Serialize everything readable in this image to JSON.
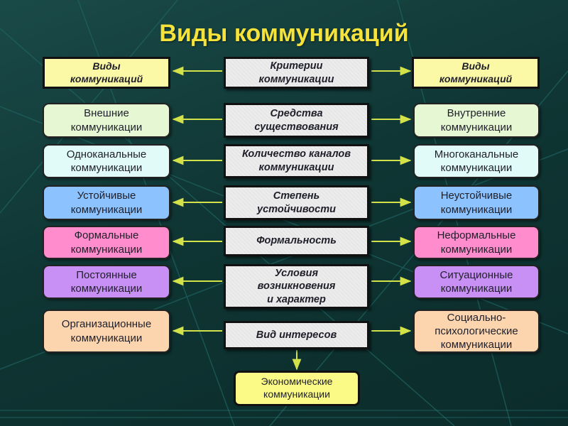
{
  "title": "Виды коммуникаций",
  "colors": {
    "title": "#f5e33c",
    "arrow": "#d4e24a",
    "header_fill": "#fbf8a6",
    "criterion_fill": "#ededed"
  },
  "header": {
    "left": "Виды\nкоммуникаций",
    "center": "Критерии\nкоммуникации",
    "right": "Виды\nкоммуникаций"
  },
  "rows": [
    {
      "left": "Внешние\nкоммуникации",
      "criterion": "Средства\nсуществования",
      "right": "Внутренние\nкоммуникации",
      "fill": "#e6f7d4"
    },
    {
      "left": "Одноканальные\nкоммуникации",
      "criterion": "Количество каналов\nкоммуникации",
      "right": "Многоканальные\nкоммуникации",
      "fill": "#e0fbf8"
    },
    {
      "left": "Устойчивые\nкоммуникации",
      "criterion": "Степень\nустойчивости",
      "right": "Неустойчивые\nкоммуникации",
      "fill": "#8cc3ff"
    },
    {
      "left": "Формальные\nкоммуникации",
      "criterion": "Формальность",
      "right": "Неформальные\nкоммуникации",
      "fill": "#ff8ccc"
    },
    {
      "left": "Постоянные\nкоммуникации",
      "criterion": "Условия\nвозникновения\nи характер",
      "right": "Ситуационные\nкоммуникации",
      "fill": "#c890f4"
    },
    {
      "left": "Организационные\nкоммуникации",
      "criterion": "Вид интересов",
      "right": "Социально-\nпсихологические\nкоммуникации",
      "fill": "#fcd5ae"
    }
  ],
  "bottom": "Экономические\nкоммуникации"
}
